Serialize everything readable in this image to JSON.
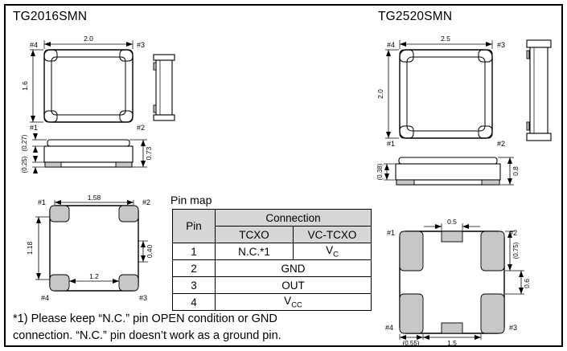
{
  "tg2016": {
    "title": "TG2016SMN",
    "top_view": {
      "width": "2.0",
      "height": "1.6",
      "pin4": "#4",
      "pin3": "#3",
      "pin1": "#1",
      "pin2": "#2"
    },
    "side_view_dims": {
      "lid": "(0.27)",
      "base": "(0.25)",
      "total": "0.73"
    },
    "bottom_view": {
      "pad_span": "1.58",
      "pad_vspan": "1.18",
      "pad_height": "0.40",
      "inner_span": "1.2",
      "pin1": "#1",
      "pin2": "#2",
      "pin4": "#4",
      "pin3": "#3"
    }
  },
  "tg2520": {
    "title": "TG2520SMN",
    "top_view": {
      "width": "2.5",
      "height": "2.0",
      "pin4": "#4",
      "pin3": "#3",
      "pin1": "#1",
      "pin2": "#2"
    },
    "side_view_dims": {
      "base": "(0.38)",
      "total": "0.8"
    },
    "bottom_view": {
      "center_pad": "0.5",
      "pad_height": "(0.75)",
      "pad_gap": "0.6",
      "pad_width": "(0.55)",
      "inner_span": "1.5",
      "pin1": "#1",
      "pin2": "#2",
      "pin4": "#4",
      "pin3": "#3"
    }
  },
  "pin_map": {
    "label": "Pin map",
    "header_pin": "Pin",
    "header_connection": "Connection",
    "header_tcxo": "TCXO",
    "header_vctcxo": "VC-TCXO",
    "rows": [
      {
        "pin": "1",
        "tcxo": "N.C.*1",
        "vc_main": "V",
        "vc_sub": "C"
      },
      {
        "pin": "2",
        "both": "GND"
      },
      {
        "pin": "3",
        "both": "OUT"
      },
      {
        "pin": "4",
        "both_main": "V",
        "both_sub": "CC"
      }
    ]
  },
  "footnote": {
    "line1": "*1) Please keep “N.C.” pin OPEN condition or GND",
    "line2": "connection. “N.C.” pin doesn’t work as a ground pin."
  }
}
